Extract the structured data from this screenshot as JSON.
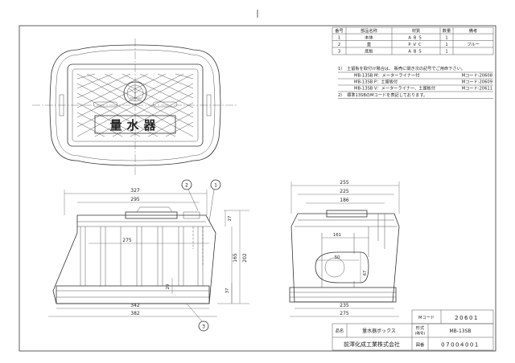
{
  "parts_table": {
    "headers": {
      "no": "番号",
      "name": "部品名称",
      "material": "材質",
      "qty": "数量",
      "remarks": "備考"
    },
    "rows": [
      {
        "no": "1",
        "name": "本体",
        "material": "ABS",
        "qty": "1",
        "remarks": ""
      },
      {
        "no": "2",
        "name": "蓋",
        "material": "PVC",
        "qty": "1",
        "remarks": "ブルー"
      },
      {
        "no": "3",
        "name": "底板",
        "material": "ABS",
        "qty": "1",
        "remarks": ""
      }
    ]
  },
  "notes": {
    "note1": "1）　土留板を取付け場合は、 販売に関き次の記号でご用命下さい。",
    "variants": [
      {
        "model": "MB-13SB M：メーターライナー付",
        "code": "Mコード:20608"
      },
      {
        "model": "MB-13SB P：土留板付",
        "code": "Mコード:20609"
      },
      {
        "model": "MB-13SB V：メーターライナー、土留板付",
        "code": "Mコード:20611"
      }
    ],
    "note2": "2）　標準13SBのMコードを表記しております。"
  },
  "lid_text": "量水器",
  "front_view_dims": {
    "d327": "327",
    "d295": "295",
    "d275": "275",
    "d342": "342",
    "d382": "382",
    "d165": "165",
    "d202": "202",
    "d27": "27",
    "d29": "29",
    "d37": "37"
  },
  "side_view_dims": {
    "d255": "255",
    "d225": "225",
    "d186": "186",
    "d161": "161",
    "d50": "50",
    "d67": "67",
    "d235": "235",
    "d275": "275"
  },
  "balloons": {
    "b1": "1",
    "b2": "2",
    "b3": "3"
  },
  "title_block": {
    "mcode_label": "Mコード",
    "mcode_value": "20601",
    "name_label": "品名",
    "name_value": "量水器ボックス",
    "model_label": "形式",
    "model_label_sub": "(略号)",
    "model_value": "MB-13SB",
    "company": "前澤化成工業株式会社",
    "drawing_no_label": "図番",
    "drawing_no_value": "07004001"
  }
}
